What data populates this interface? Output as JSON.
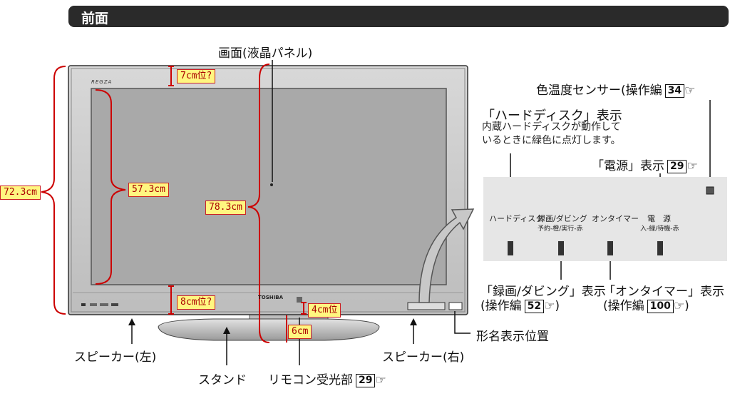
{
  "section_title": "前面",
  "brand_logo_text": "REGZA",
  "maker_logo_text": "TOSHIBA",
  "labels": {
    "screen": "画面(液晶パネル)",
    "color_sensor": "色温度センサー(操作編",
    "color_sensor_ref": "34",
    "hdd_title": "「ハードディスク」表示",
    "hdd_desc_1": "内蔵ハードディスクが動作して",
    "hdd_desc_2": "いるときに緑色に点灯します。",
    "power_title": "「電源」表示",
    "power_ref": "29",
    "rec_title": "「録画/ダビング」表示",
    "rec_sub": "(操作編",
    "rec_ref": "52",
    "rec_close": ")",
    "timer_title": "「オンタイマー」表示",
    "timer_sub": "(操作編",
    "timer_ref": "100",
    "timer_close": ")",
    "model_name": "形名表示位置",
    "speaker_left": "スピーカー(左)",
    "speaker_right": "スピーカー(右)",
    "stand": "スタンド",
    "remote_sensor": "リモコン受光部",
    "remote_ref": "29"
  },
  "panel_labels": {
    "hdd": "ハードディスク",
    "rec": "録画/ダビング",
    "rec_sub": "予約-橙/実行-赤",
    "timer": "オンタイマー",
    "power": "電　源",
    "power_sub": "入-緑/待機-赤"
  },
  "measurements": {
    "top_gap": "7cm位?",
    "bottom_gap": "8cm位?",
    "screen_height": "57.3cm",
    "total_height": "72.3cm",
    "diagonal": "78.3cm",
    "sensor_gap": "4cm位",
    "sensor_to_stand": "6cm"
  },
  "colors": {
    "header_bg": "#2a2a2a",
    "measure_bg": "#fff680",
    "measure_line": "#cc0000",
    "tv_bezel": "#c9c9c9",
    "tv_screen": "#a9a9a9"
  }
}
